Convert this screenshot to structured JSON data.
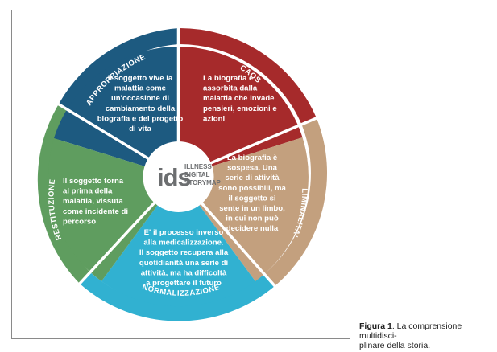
{
  "diagram": {
    "colors": {
      "appropriazione": "#1d5a80",
      "caos": "#a62a2b",
      "liminalita": "#c3a07e",
      "normalizzazione": "#31b1d1",
      "restituzione": "#5f9d5f",
      "center": "#ffffff",
      "ids_text": "#6c6e70"
    },
    "ring_labels": {
      "appropriazione": "APPROPRIAZIONE",
      "caos": "CAOS",
      "liminalita": "LIMINALITA'",
      "normalizzazione": "NORMALIZZAZIONE",
      "restituzione": "RESTITUZIONE"
    },
    "texts": {
      "appropriazione": [
        "Il soggetto vive la",
        "malattia come",
        "un'occasione di",
        "cambiamento della",
        "biografia e del progetto",
        "di vita"
      ],
      "caos": [
        "La biografia è",
        "assorbita dalla",
        "malattia che invade",
        "pensieri, emozioni e",
        "azioni"
      ],
      "liminalita": [
        "La biografia è",
        "sospesa. Una",
        "serie di attività",
        "sono possibili, ma",
        "il soggetto si",
        "sente in un limbo,",
        "in cui non può",
        "decidere nulla"
      ],
      "normalizzazione": [
        "E' il processo inverso",
        "alla medicalizzazione.",
        "Il soggetto recupera alla",
        "quotidianità una serie di",
        "attività, ma ha difficoltà",
        "a progettare il futuro"
      ],
      "restituzione": [
        "Il soggetto torna",
        "al prima della",
        "malattia, vissuta",
        "come incidente di",
        "percorso"
      ]
    },
    "logo": {
      "mark": "ids",
      "line1": "ILLNESS",
      "line2": "DIGITAL",
      "line3": "STORYMAP"
    }
  },
  "caption": {
    "label": "Figura 1",
    "text": ". La comprensione multidisci-",
    "text2": "plinare della storia."
  }
}
